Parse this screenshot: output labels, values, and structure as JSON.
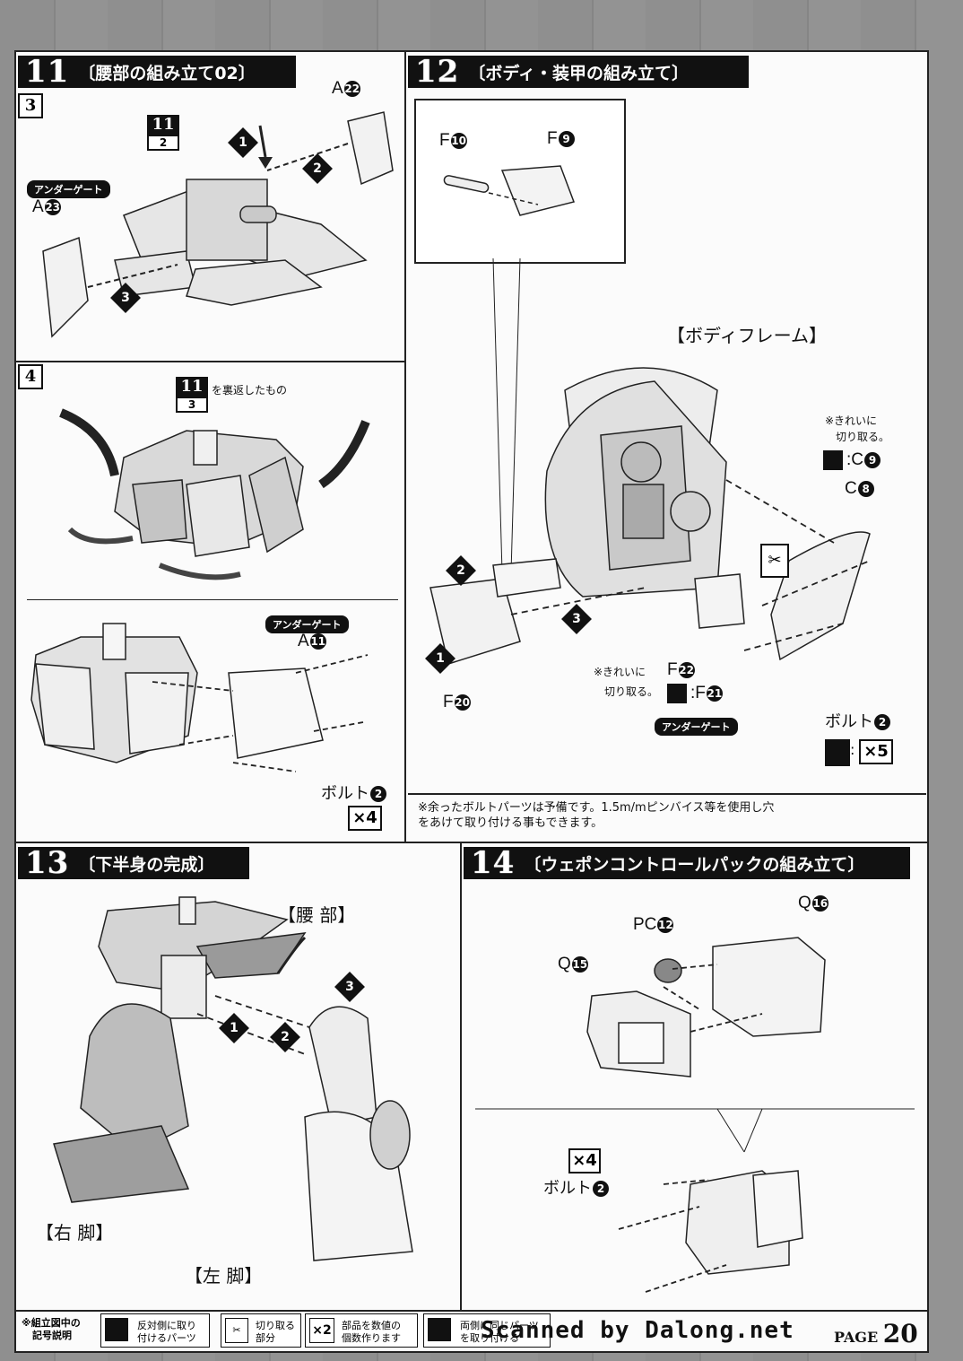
{
  "page": {
    "label": "PAGE",
    "number": "20",
    "scanned_by": "Scanned by Dalong.net"
  },
  "step11": {
    "number": "11",
    "title": "〔腰部の組み立て02〕",
    "sub3": "3",
    "sub4": "4",
    "ref_num": "11",
    "ref_sub": "2",
    "ref2_num": "11",
    "ref2_sub": "3",
    "ref2_text": "を裏返したもの",
    "part_a22": "A",
    "part_a22_n": "22",
    "under_gate": "アンダーゲート",
    "part_a23": "A",
    "part_a23_n": "23",
    "under_gate2": "アンダーゲート",
    "part_a11": "A",
    "part_a11_n": "11",
    "bolt": "ボルト",
    "bolt_n": "2",
    "bolt_qty": "×4",
    "callouts": [
      "1",
      "2",
      "3"
    ]
  },
  "step12": {
    "number": "12",
    "title": "〔ボディ・装甲の組み立て〕",
    "f10": "F",
    "f10_n": "10",
    "f9": "F",
    "f9_n": "9",
    "body_frame": "【ボディフレーム】",
    "clean_cut": "※きれいに",
    "clean_cut2": "切り取る。",
    "c9": ":C",
    "c9_n": "9",
    "c8": "C",
    "c8_n": "8",
    "clean_cut_b": "※きれいに",
    "clean_cut_b2": "切り取る。",
    "f22": "F",
    "f22_n": "22",
    "f21": ":F",
    "f21_n": "21",
    "under_gate": "アンダーゲート",
    "f20": "F",
    "f20_n": "20",
    "bolt": "ボルト",
    "bolt_n": "2",
    "bolt_qty": "×5",
    "note": "※余ったボルトパーツは予備です。1.5m/mピンバイス等を使用し穴をあけて取り付ける事もできます。",
    "callouts": [
      "1",
      "2",
      "3"
    ]
  },
  "step13": {
    "number": "13",
    "title": "〔下半身の完成〕",
    "waist": "【腰 部】",
    "right_leg": "【右 脚】",
    "left_leg": "【左 脚】",
    "callouts": [
      "1",
      "2",
      "3"
    ]
  },
  "step14": {
    "number": "14",
    "title": "〔ウェポンコントロールパックの組み立て〕",
    "q16": "Q",
    "q16_n": "16",
    "pc12": "PC",
    "pc12_n": "12",
    "q15": "Q",
    "q15_n": "15",
    "bolt": "ボルト",
    "bolt_n": "2",
    "bolt_qty": "×4"
  },
  "legend": {
    "heading1": "※組立図中の",
    "heading2": "記号説明",
    "items": [
      {
        "icon": "mirror-icon",
        "text1": "反対側に取り",
        "text2": "付けるパーツ"
      },
      {
        "icon": "cut-icon",
        "text1": "切り取る",
        "text2": "部分"
      },
      {
        "icon": "x2-icon",
        "badge": "×2",
        "text1": "部品を数値の",
        "text2": "個数作ります"
      },
      {
        "icon": "both-sides-icon",
        "text1": "両側に同じパーツ",
        "text2": "を取り付ける"
      }
    ]
  }
}
